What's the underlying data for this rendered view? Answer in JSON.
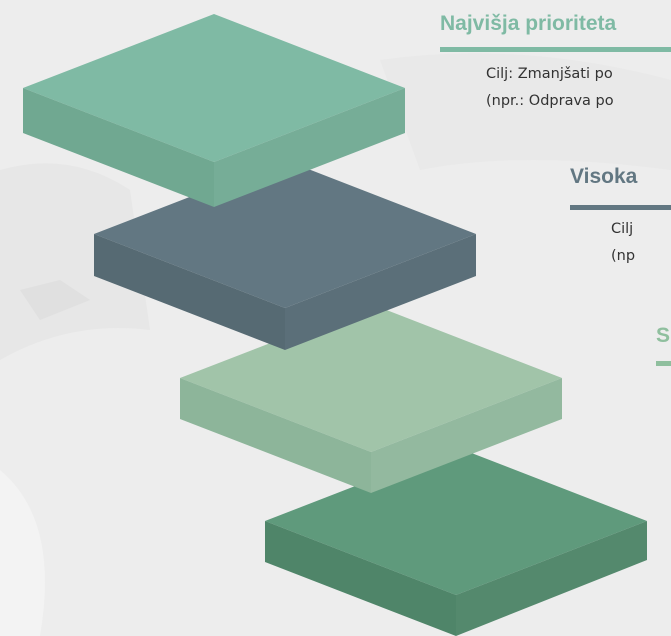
{
  "colors": {
    "background": "#eeeeee",
    "layer_1": "#7fbaa4",
    "layer_2": "#627782",
    "layer_3": "#a1c4a9",
    "layer_4": "#5f9a7c",
    "accent_green": "#7fbaa4",
    "accent_slate": "#627782",
    "accent_light_green": "#8fbf9e",
    "text": "#333333"
  },
  "layers": [
    {
      "title": "Najvišja prioriteta",
      "lines": [
        "Cilj: Zmanjšati po",
        "(npr.: Odprava po"
      ]
    },
    {
      "title": "Visoka",
      "lines": [
        "Cilj",
        "(np"
      ]
    },
    {
      "title": "S",
      "lines": []
    },
    {
      "title": "",
      "lines": []
    }
  ]
}
